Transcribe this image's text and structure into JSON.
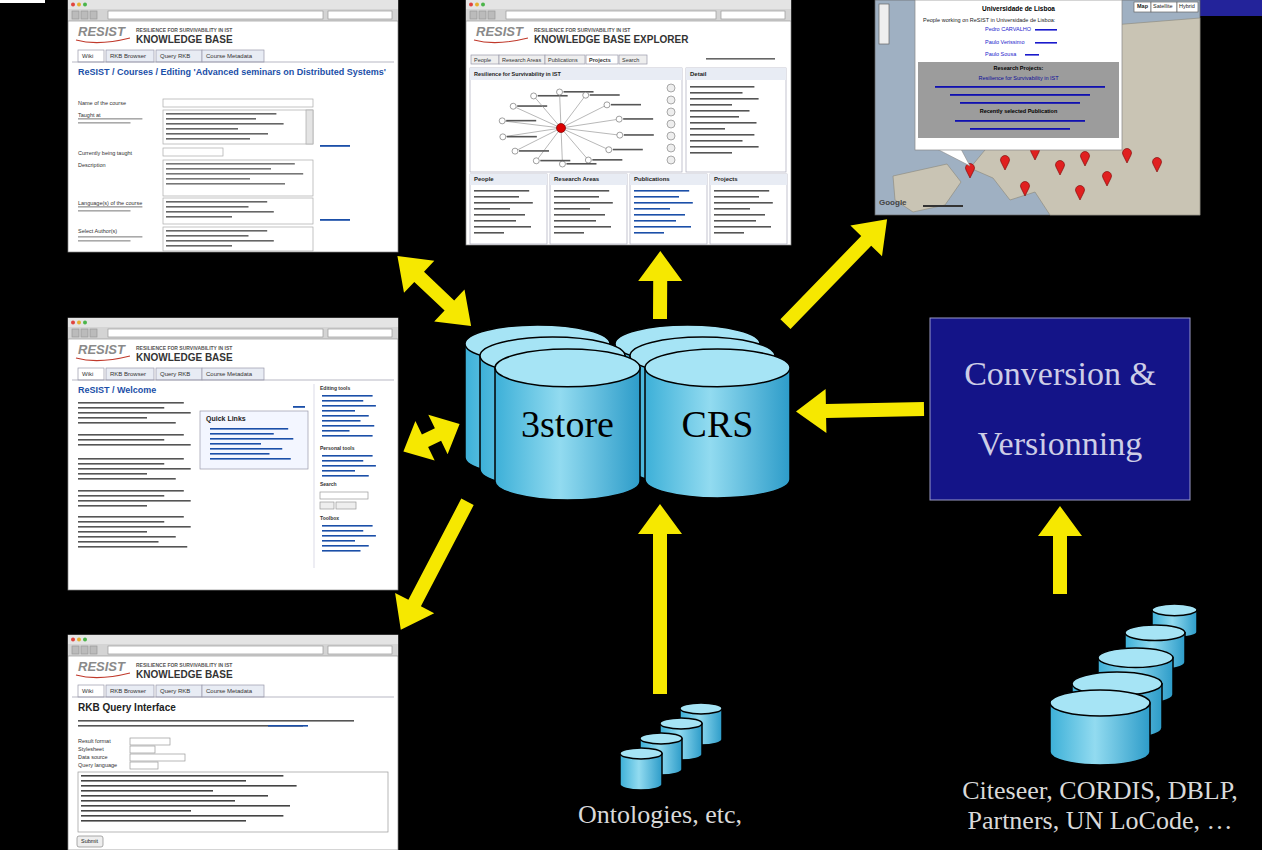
{
  "diagram": {
    "nodes": [
      {
        "text": [
          "RESIST",
          "RESILIENCE FOR SURVIVABILITY IN IST",
          "KNOWLEDGE BASE",
          "Wiki",
          "RKB Browser",
          "Query RKB",
          "Course Metadata",
          "ReSIST / Courses / Editing 'Advanced seminars on Distributed Systems'",
          "Name of the course",
          "Taught at",
          "Currently being taught",
          "Description",
          "Language(s) of the course",
          "Select Author(s)"
        ]
      },
      {
        "text": [
          "RESIST",
          "RESILIENCE FOR SURVIVABILITY IN IST",
          "KNOWLEDGE BASE EXPLORER",
          "People",
          "Research Areas",
          "Publications",
          "Projects",
          "Search",
          "Resilience for Survivability in IST",
          "Detail",
          "People",
          "Research Areas",
          "Publications",
          "Projects"
        ]
      },
      {
        "text": [
          "Map",
          "Satellite",
          "Hybrid",
          "Universidade de Lisboa",
          "People working on ReSIST in Universidade de Lisboa:",
          "Pedro CARVALHO",
          "Paulo Verissimo",
          "Paulo Sousa",
          "Research Projects:",
          "Resilience for Survivability in IST",
          "Recently selected Publication",
          "Google"
        ]
      },
      {
        "text": [
          "RESIST",
          "RESILIENCE FOR SURVIVABILITY IN IST",
          "KNOWLEDGE BASE",
          "Wiki",
          "RKB Browser",
          "Query RKB",
          "Course Metadata",
          "ReSIST / Welcome",
          "Quick Links",
          "Editing tools",
          "Personal tools",
          "Search",
          "Toolbox"
        ]
      },
      {
        "text": [
          "3store"
        ]
      },
      {
        "text": [
          "CRS"
        ]
      },
      {
        "text": [
          "Conversion & Versionning"
        ]
      },
      {
        "text": [
          "RESIST",
          "RESILIENCE FOR SURVIVABILITY IN IST",
          "KNOWLEDGE BASE",
          "Wiki",
          "RKB Browser",
          "Query RKB",
          "Course Metadata",
          "RKB Query Interface",
          "Result format",
          "Stylesheet",
          "Data source",
          "Query language",
          "Submit"
        ]
      },
      {
        "text": [
          "Ontologies, etc,"
        ]
      },
      {
        "text": [
          "Citeseer, CORDIS, DBLP, Partners, UN LoCode, …"
        ]
      }
    ],
    "edges": [
      {
        "from": 0,
        "to": 4,
        "arrow": "both"
      },
      {
        "from": 5,
        "to": 1,
        "arrow": "to"
      },
      {
        "from": 5,
        "to": 2,
        "arrow": "to"
      },
      {
        "from": 3,
        "to": 4,
        "arrow": "both"
      },
      {
        "from": 4,
        "to": 7,
        "arrow": "to"
      },
      {
        "from": 8,
        "to": 5,
        "arrow": "to"
      },
      {
        "from": 6,
        "to": 5,
        "arrow": "to"
      },
      {
        "from": 9,
        "to": 6,
        "arrow": "to"
      }
    ]
  }
}
